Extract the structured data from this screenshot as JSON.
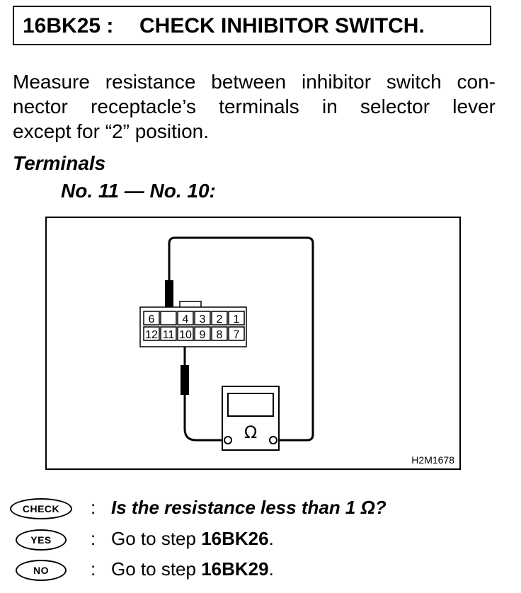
{
  "title": {
    "code": "16BK25 :",
    "text": "CHECK INHIBITOR SWITCH."
  },
  "instruction_lines": [
    "Measure resistance between inhibitor switch con-",
    "nector receptacle’s terminals in selector lever",
    "except for “2” position."
  ],
  "terminals_heading": "Terminals",
  "terminals_pair": "No. 11 — No. 10:",
  "diagram": {
    "code": "H2M1678",
    "connector_top_row": [
      "6",
      "",
      "4",
      "3",
      "2",
      "1"
    ],
    "connector_bottom_row": [
      "12",
      "11",
      "10",
      "9",
      "8",
      "7"
    ],
    "meter_symbol": "Ω"
  },
  "check": {
    "badge": "CHECK",
    "colon": ":",
    "question": "Is the resistance less than 1 Ω?"
  },
  "yes": {
    "badge": "YES",
    "colon": ":",
    "prefix": "Go to step ",
    "step": "16BK26",
    "suffix": "."
  },
  "no": {
    "badge": "NO",
    "colon": ":",
    "prefix": "Go to step ",
    "step": "16BK29",
    "suffix": "."
  }
}
